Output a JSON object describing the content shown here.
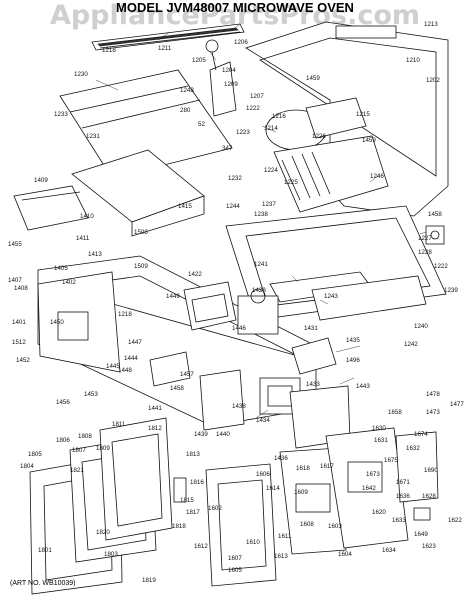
{
  "watermark": "AppliancePartsPros.com",
  "title": "MODEL JVM48007  MICROWAVE OVEN",
  "art_number": "(ART NO. WB10039)",
  "part_labels": {
    "p1213": "1213",
    "p1218": "1218",
    "p1211": "1211",
    "p1206": "1206",
    "p1205": "1205",
    "p1204": "1204",
    "p1209": "1209",
    "p1210": "1210",
    "p1202": "1202",
    "p1230": "1230",
    "p1248": "1248",
    "p1459": "1459",
    "p1207": "1207",
    "p1233": "1233",
    "p1222": "1222",
    "p1216": "1216",
    "p1215": "1215",
    "p280": "280",
    "p52": "52",
    "p1214": "1214",
    "p1231": "1231",
    "p1223": "1223",
    "p1226": "1226",
    "p1459b": "1459",
    "p347": "347",
    "p1246": "1246",
    "p1224": "1224",
    "p1225": "1225",
    "p1232": "1232",
    "p1409": "1409",
    "p1415": "1415",
    "p1244": "1244",
    "p1238": "1238",
    "p1237": "1237",
    "p1458": "1458",
    "p1410": "1410",
    "p1508": "1508",
    "p1227": "1227",
    "p1411": "1411",
    "p1455": "1455",
    "p1413": "1413",
    "p1509": "1509",
    "p1228": "1228",
    "p1241": "1241",
    "p1222b": "1222",
    "p1407": "1407",
    "p1405": "1405",
    "p1422": "1422",
    "p1428": "1428",
    "p1408": "1408",
    "p1402": "1402",
    "p1449": "1449",
    "p1239": "1239",
    "p1243": "1243",
    "p1240": "1240",
    "p1401": "1401",
    "p1450": "1450",
    "p1218b": "1218",
    "p1446": "1446",
    "p1431": "1431",
    "p1447": "1447",
    "p1242": "1242",
    "p1435": "1435",
    "p1512": "1512",
    "p1496": "1496",
    "p1444": "1444",
    "p1452": "1452",
    "p1448": "1448",
    "p1445": "1445",
    "p1457": "1457",
    "p1433": "1433",
    "p1443": "1443",
    "p1458b": "1458",
    "p1456": "1456",
    "p1453": "1453",
    "p1441": "1441",
    "p1438": "1438",
    "p1478": "1478",
    "p1477": "1477",
    "p1434": "1434",
    "p1658": "1658",
    "p1473": "1473",
    "p1811": "1811",
    "p1812": "1812",
    "p1439": "1439",
    "p1440": "1440",
    "p1630": "1630",
    "p1808": "1808",
    "p1806": "1806",
    "p1809": "1809",
    "p1674": "1674",
    "p1807": "1807",
    "p1631": "1631",
    "p1632": "1632",
    "p1805": "1805",
    "p1813": "1813",
    "p1436": "1436",
    "p1606": "1606",
    "p1675": "1675",
    "p1618": "1618",
    "p1617": "1617",
    "p1690": "1690",
    "p1673": "1673",
    "p1671": "1671",
    "p1804": "1804",
    "p1821": "1821",
    "p1642": "1642",
    "p1816": "1816",
    "p1609": "1609",
    "p1636": "1636",
    "p1628": "1628",
    "p1614": "1614",
    "p1602": "1602",
    "p1815": "1815",
    "p1817": "1817",
    "p1620": "1620",
    "p1633": "1633",
    "p1622": "1622",
    "p1818": "1818",
    "p1608": "1608",
    "p1603": "1603",
    "p1604": "1604",
    "p1649": "1649",
    "p1611": "1611",
    "p1820": "1820",
    "p1610": "1610",
    "p1613": "1613",
    "p1612": "1612",
    "p1607": "1607",
    "p1605": "1605",
    "p1803": "1803",
    "p1819": "1819",
    "p1801": "1801",
    "p1634": "1634",
    "p1623": "1623"
  }
}
